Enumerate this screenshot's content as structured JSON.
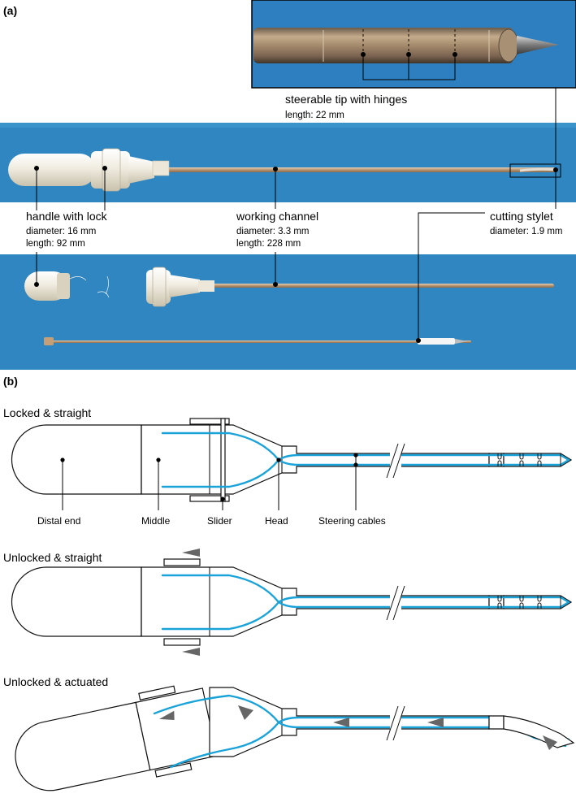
{
  "panel_a": {
    "label": "(a)",
    "tip": {
      "title": "steerable tip with hinges",
      "detail": "length: 22 mm"
    },
    "handle": {
      "title": "handle with lock",
      "detail1": "diameter: 16 mm",
      "detail2": "length: 92 mm"
    },
    "channel": {
      "title": "working channel",
      "detail1": "diameter: 3.3 mm",
      "detail2": "length: 228 mm"
    },
    "stylet": {
      "title": "cutting stylet",
      "detail1": "diameter: 1.9 mm"
    }
  },
  "panel_b": {
    "label": "(b)",
    "states": [
      "Locked & straight",
      "Unlocked & straight",
      "Unlocked & actuated"
    ],
    "parts": {
      "distal": "Distal end",
      "middle": "Middle",
      "slider": "Slider",
      "head": "Head",
      "cables": "Steering cables"
    }
  },
  "colors": {
    "photo_bg": "#2f86c0",
    "cable": "#1aa3d9",
    "arrow": "#666666",
    "tube": "#c9a888",
    "handle": "#ece7d9"
  }
}
